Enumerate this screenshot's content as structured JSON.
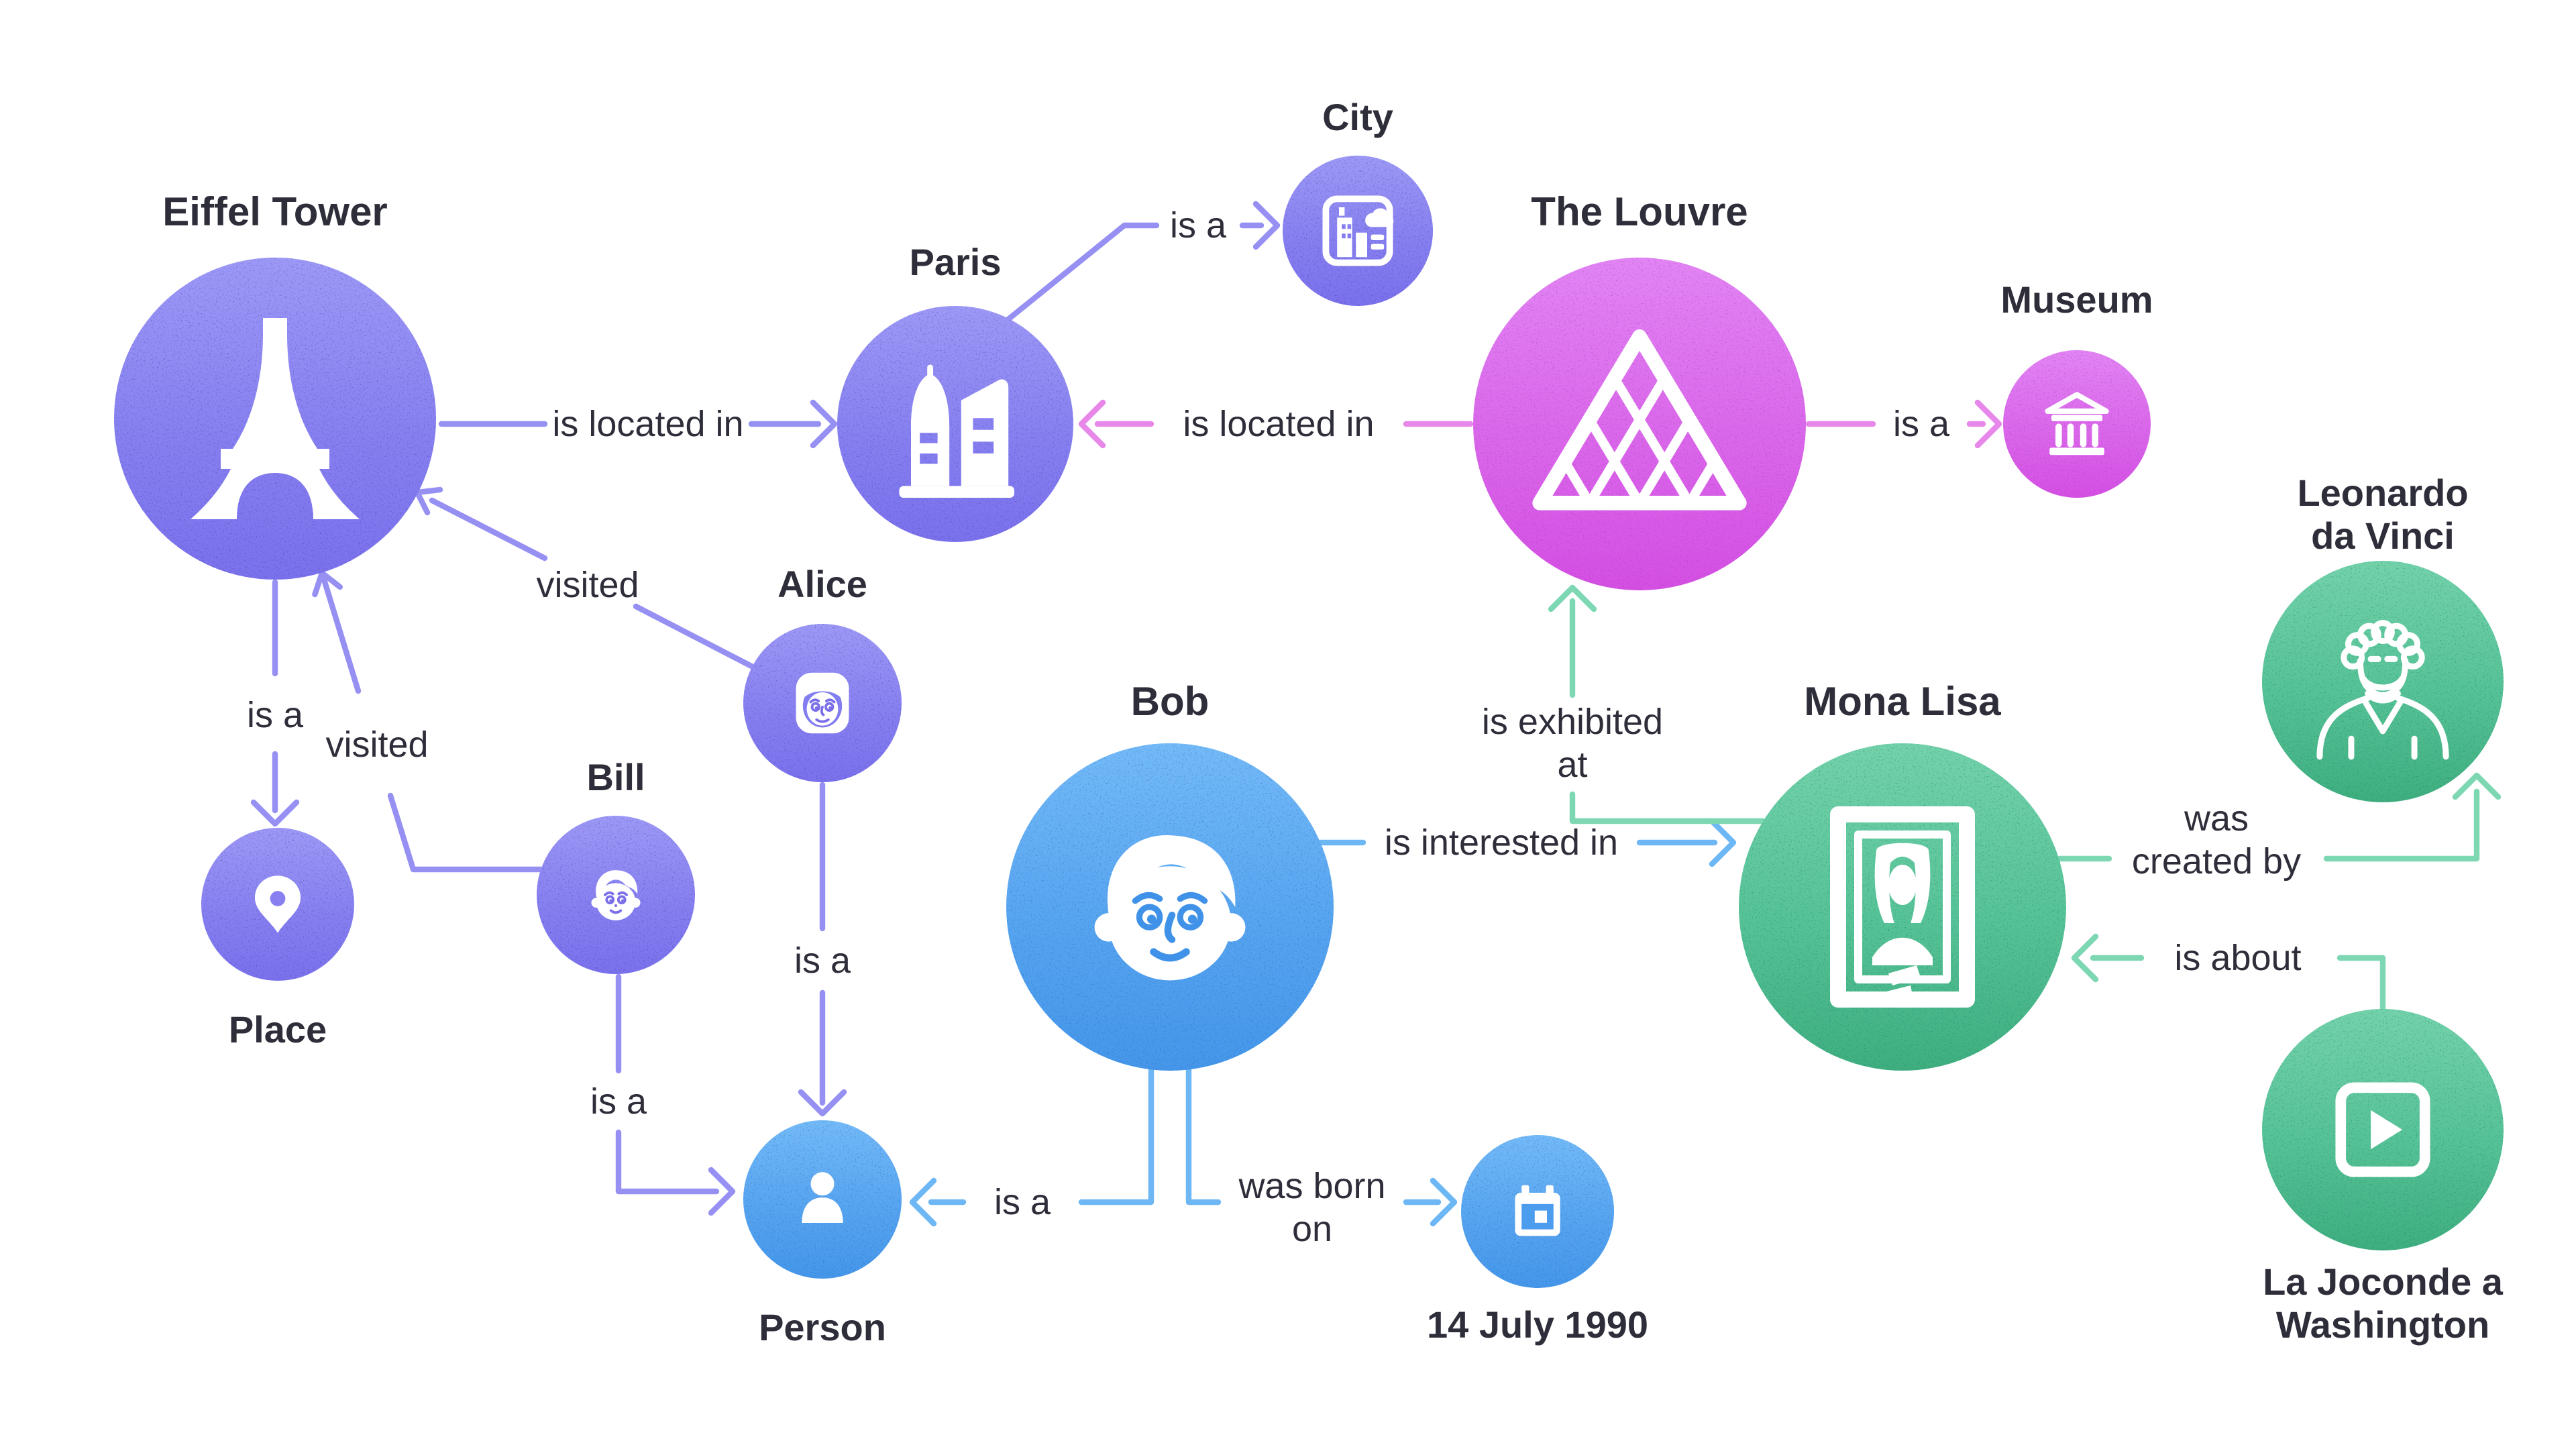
{
  "diagram": {
    "type": "knowledge-graph-illustration",
    "background": "#ffffff"
  },
  "colors": {
    "text": "#2e2e3a",
    "purple_node_top": "#9d99f6",
    "purple_node_bottom": "#7a71ec",
    "blue_node_top": "#74baf8",
    "blue_node_bottom": "#4596ea",
    "pink_node_top": "#e285f4",
    "pink_node_bottom": "#d44fe3",
    "green_node_top": "#74d2ab",
    "green_node_bottom": "#3fae7f",
    "purple_edge": "#9690f3",
    "pink_edge": "#e787ea",
    "blue_edge": "#6db7f5",
    "green_edge": "#7dd7b3"
  },
  "nodes": [
    {
      "id": "eiffel-tower",
      "label": "Eiffel Tower",
      "type": "entity",
      "color": "purple",
      "icon": "eiffel-tower-icon"
    },
    {
      "id": "paris",
      "label": "Paris",
      "type": "entity",
      "color": "purple",
      "icon": "city-buildings-icon"
    },
    {
      "id": "city",
      "label": "City",
      "type": "class",
      "color": "purple",
      "icon": "city-map-icon"
    },
    {
      "id": "the-louvre",
      "label": "The Louvre",
      "type": "entity",
      "color": "pink",
      "icon": "louvre-pyramid-icon"
    },
    {
      "id": "museum",
      "label": "Museum",
      "type": "class",
      "color": "pink",
      "icon": "museum-building-icon"
    },
    {
      "id": "leonardo-da-vinci",
      "label": "Leonardo da Vinci",
      "label_lines": [
        "Leonardo",
        "da Vinci"
      ],
      "type": "entity",
      "color": "green",
      "icon": "leonardo-portrait-icon"
    },
    {
      "id": "mona-lisa",
      "label": "Mona Lisa",
      "type": "entity",
      "color": "green",
      "icon": "framed-painting-icon"
    },
    {
      "id": "bob",
      "label": "Bob",
      "type": "entity",
      "color": "blue",
      "icon": "man-face-icon"
    },
    {
      "id": "alice",
      "label": "Alice",
      "type": "entity",
      "color": "purple",
      "icon": "woman-face-icon"
    },
    {
      "id": "bill",
      "label": "Bill",
      "type": "entity",
      "color": "purple",
      "icon": "boy-face-icon"
    },
    {
      "id": "place",
      "label": "Place",
      "type": "class",
      "color": "purple",
      "icon": "map-pin-icon"
    },
    {
      "id": "person",
      "label": "Person",
      "type": "class",
      "color": "blue",
      "icon": "person-silhouette-icon"
    },
    {
      "id": "date-14-july-1990",
      "label": "14 July 1990",
      "type": "value",
      "color": "blue",
      "icon": "calendar-icon"
    },
    {
      "id": "la-joconde-a-washington",
      "label": "La Joconde a Washington",
      "label_lines": [
        "La Joconde a",
        "Washington"
      ],
      "type": "entity",
      "color": "green",
      "icon": "video-play-icon"
    }
  ],
  "edges": [
    {
      "from": "eiffel-tower",
      "to": "paris",
      "label": "is located in",
      "color": "purple"
    },
    {
      "from": "paris",
      "to": "city",
      "label": "is a",
      "color": "purple"
    },
    {
      "from": "the-louvre",
      "to": "paris",
      "label": "is located in",
      "color": "pink"
    },
    {
      "from": "the-louvre",
      "to": "museum",
      "label": "is a",
      "color": "pink"
    },
    {
      "from": "eiffel-tower",
      "to": "place",
      "label": "is a",
      "color": "purple"
    },
    {
      "from": "alice",
      "to": "eiffel-tower",
      "label": "visited",
      "color": "purple"
    },
    {
      "from": "bill",
      "to": "eiffel-tower",
      "label": "visited",
      "color": "purple"
    },
    {
      "from": "alice",
      "to": "person",
      "label": "is a",
      "color": "purple"
    },
    {
      "from": "bill",
      "to": "person",
      "label": "is a",
      "color": "purple"
    },
    {
      "from": "bob",
      "to": "person",
      "label": "is a",
      "color": "blue"
    },
    {
      "from": "bob",
      "to": "date-14-july-1990",
      "label": "was born on",
      "label_lines": [
        "was born",
        "on"
      ],
      "color": "blue"
    },
    {
      "from": "bob",
      "to": "mona-lisa",
      "label": "is interested in",
      "color": "blue"
    },
    {
      "from": "mona-lisa",
      "to": "the-louvre",
      "label": "is exhibited at",
      "label_lines": [
        "is exhibited",
        "at"
      ],
      "color": "green"
    },
    {
      "from": "mona-lisa",
      "to": "leonardo-da-vinci",
      "label": "was created by",
      "label_lines": [
        "was",
        "created by"
      ],
      "color": "green"
    },
    {
      "from": "la-joconde-a-washington",
      "to": "mona-lisa",
      "label": "is about",
      "color": "green"
    }
  ]
}
